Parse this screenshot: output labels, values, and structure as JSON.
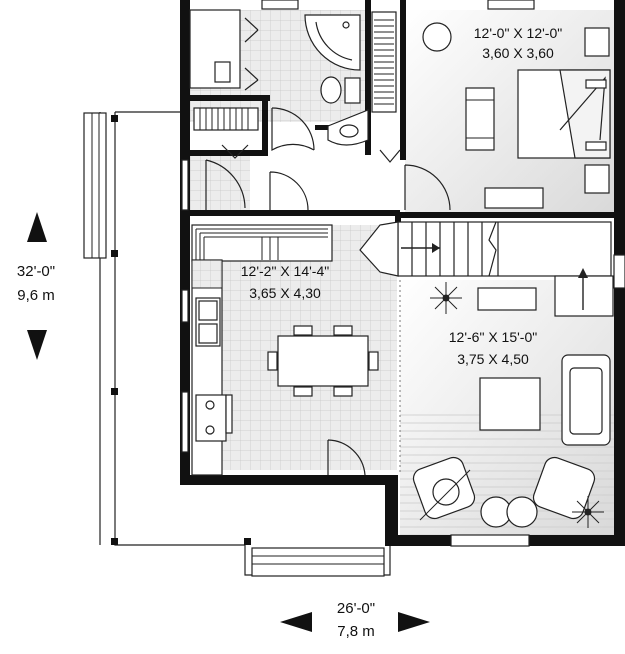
{
  "dimensions": {
    "height_imperial": "32'-0\"",
    "height_metric": "9,6 m",
    "width_imperial": "26'-0\"",
    "width_metric": "7,8 m"
  },
  "rooms": {
    "bedroom": {
      "imperial": "12'-0\" X 12'-0\"",
      "metric": "3,60 X 3,60"
    },
    "kitchen": {
      "imperial": "12'-2\" X 14'-4\"",
      "metric": "3,65 X 4,30"
    },
    "living": {
      "imperial": "12'-6\" X 15'-0\"",
      "metric": "3,75 X 4,50"
    }
  },
  "colors": {
    "wall": "#111111",
    "floor_tile": "#dcdcdc",
    "line": "#222222"
  }
}
